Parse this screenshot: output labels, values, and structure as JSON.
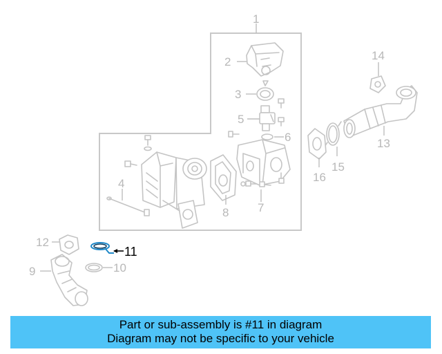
{
  "diagram": {
    "callouts": [
      "1",
      "2",
      "3",
      "4",
      "5",
      "6",
      "7",
      "8",
      "9",
      "10",
      "11",
      "12",
      "13",
      "14",
      "15",
      "16"
    ],
    "highlighted_callout": "11",
    "highlight_color": "#1e88c8",
    "line_color": "#c4c4c4"
  },
  "banner": {
    "line1": "Part or sub-assembly is #11 in diagram",
    "line2": "Diagram may not be specific to your vehicle",
    "background": "#4fc3f7"
  }
}
